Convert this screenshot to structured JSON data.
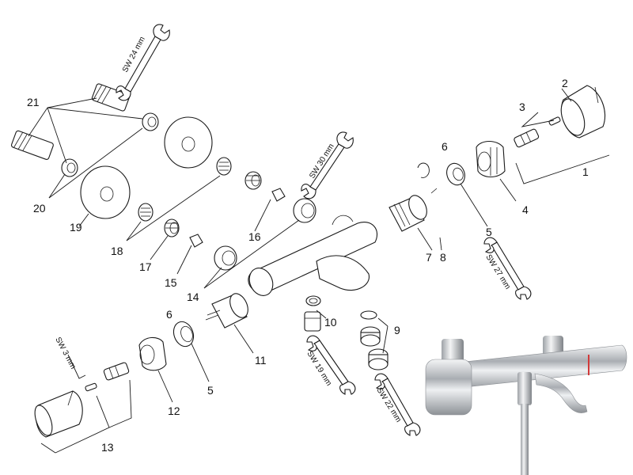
{
  "labels": {
    "l1": "1",
    "l2": "2",
    "l3": "3",
    "l4": "4",
    "l5a": "5",
    "l5b": "5",
    "l6a": "6",
    "l6b": "6",
    "l7_8": "7",
    "l8": "8",
    "l9": "9",
    "l10": "10",
    "l11": "11",
    "l12": "12",
    "l13": "13",
    "l14": "14",
    "l15": "15",
    "l16": "16",
    "l17": "17",
    "l18": "18",
    "l19": "19",
    "l20": "20",
    "l21": "21"
  },
  "wrenches": {
    "sw24": "SW 24 mm",
    "sw30": "SW 30 mm",
    "sw27": "SW 27 mm",
    "sw19": "SW 19 mm",
    "sw22": "SW 22 mm",
    "sw3": "SW 3 mm"
  },
  "colors": {
    "line": "#1a1a1a",
    "chrome": "#c8ccd0",
    "accent_red": "#d23a3a"
  }
}
